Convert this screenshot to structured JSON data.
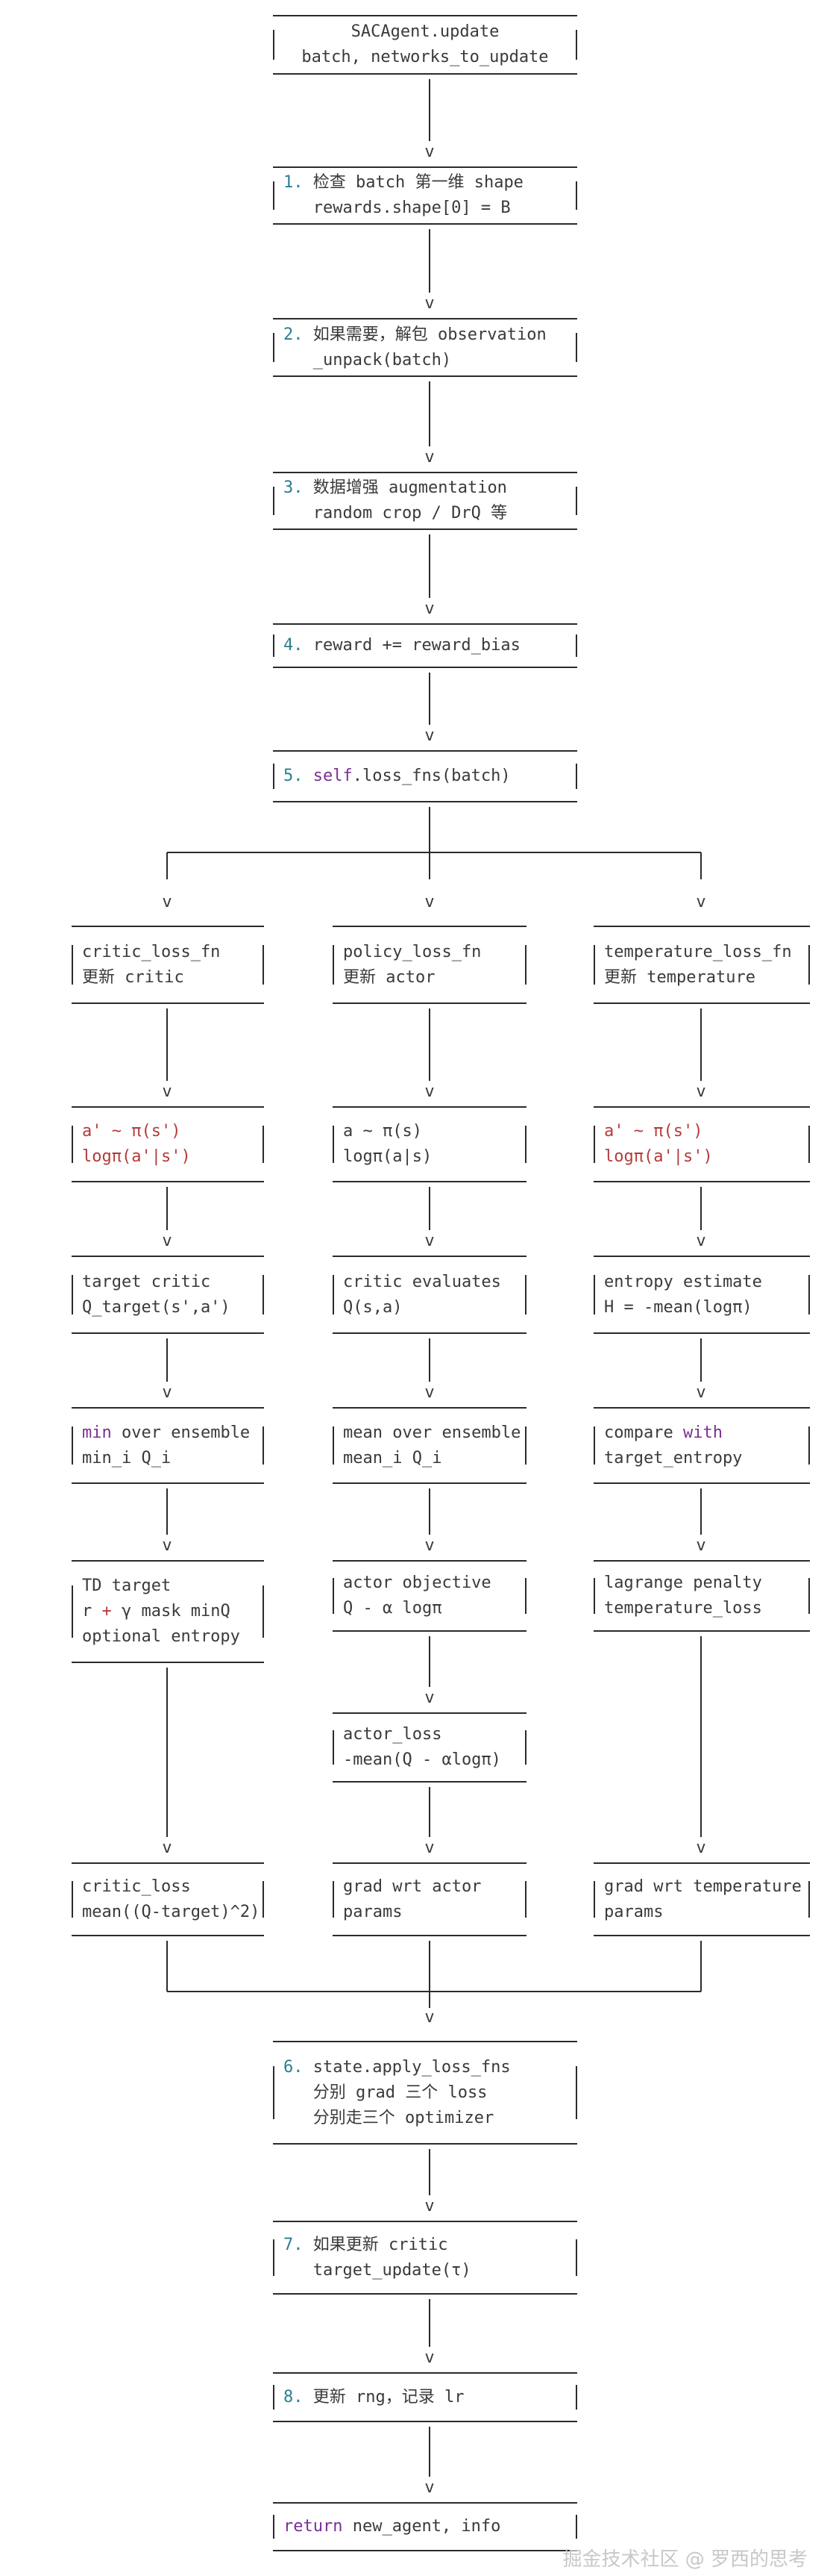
{
  "top_nodes": [
    {
      "lines": [
        [
          {
            "t": "SACAgent.update"
          }
        ],
        [
          {
            "t": "batch, networks_to_update"
          }
        ]
      ]
    },
    {
      "lines": [
        [
          {
            "t": "1.",
            "c": "n"
          },
          {
            "t": " 检查 batch 第一维 shape"
          }
        ],
        [
          {
            "t": "   rewards.shape[0] = B"
          }
        ]
      ]
    },
    {
      "lines": [
        [
          {
            "t": "2.",
            "c": "n"
          },
          {
            "t": " 如果需要，解包 observation"
          }
        ],
        [
          {
            "t": "   _unpack(batch)"
          }
        ]
      ]
    },
    {
      "lines": [
        [
          {
            "t": "3.",
            "c": "n"
          },
          {
            "t": " 数据增强 augmentation"
          }
        ],
        [
          {
            "t": "   random crop / DrQ 等"
          }
        ]
      ]
    },
    {
      "lines": [
        [
          {
            "t": "4.",
            "c": "n"
          },
          {
            "t": " reward += reward_bias"
          }
        ]
      ]
    },
    {
      "lines": [
        [
          {
            "t": "5.",
            "c": "n"
          },
          {
            "t": " "
          },
          {
            "t": "self",
            "c": "k"
          },
          {
            "t": ".loss_fns(batch)"
          }
        ]
      ]
    }
  ],
  "branches": {
    "critic": [
      {
        "lines": [
          [
            {
              "t": "critic_loss_fn"
            }
          ],
          [
            {
              "t": "更新 critic"
            }
          ]
        ]
      },
      {
        "lines": [
          [
            {
              "t": "a' ~ π(s')",
              "c": "p"
            }
          ],
          [
            {
              "t": "logπ(a'|s')",
              "c": "p"
            }
          ]
        ]
      },
      {
        "lines": [
          [
            {
              "t": "target critic"
            }
          ],
          [
            {
              "t": "Q_target(s',a')"
            }
          ]
        ]
      },
      {
        "lines": [
          [
            {
              "t": "min",
              "c": "k"
            },
            {
              "t": " over ensemble"
            }
          ],
          [
            {
              "t": "min_i Q_i"
            }
          ]
        ]
      },
      {
        "lines": [
          [
            {
              "t": "TD target"
            }
          ],
          [
            {
              "t": "r "
            },
            {
              "t": "+",
              "c": "p"
            },
            {
              "t": " γ mask minQ"
            }
          ],
          [
            {
              "t": "optional entropy"
            }
          ]
        ]
      },
      {
        "lines": [
          [
            {
              "t": "critic_loss"
            }
          ],
          [
            {
              "t": "mean((Q-target)^2)"
            }
          ]
        ]
      }
    ],
    "policy": [
      {
        "lines": [
          [
            {
              "t": "policy_loss_fn"
            }
          ],
          [
            {
              "t": "更新 actor"
            }
          ]
        ]
      },
      {
        "lines": [
          [
            {
              "t": "a ~ π(s)"
            }
          ],
          [
            {
              "t": "logπ(a|s)"
            }
          ]
        ]
      },
      {
        "lines": [
          [
            {
              "t": "critic evaluates"
            }
          ],
          [
            {
              "t": "Q(s,a)"
            }
          ]
        ]
      },
      {
        "lines": [
          [
            {
              "t": "mean over ensemble"
            }
          ],
          [
            {
              "t": "mean_i Q_i"
            }
          ]
        ]
      },
      {
        "lines": [
          [
            {
              "t": "actor objective"
            }
          ],
          [
            {
              "t": "Q - α logπ"
            }
          ]
        ]
      },
      {
        "lines": [
          [
            {
              "t": "actor_loss"
            }
          ],
          [
            {
              "t": "-mean(Q - αlogπ)"
            }
          ]
        ]
      },
      {
        "lines": [
          [
            {
              "t": "grad wrt actor"
            }
          ],
          [
            {
              "t": "params"
            }
          ]
        ]
      }
    ],
    "temperature": [
      {
        "lines": [
          [
            {
              "t": "temperature_loss_fn"
            }
          ],
          [
            {
              "t": "更新 temperature"
            }
          ]
        ]
      },
      {
        "lines": [
          [
            {
              "t": "a' ~ π(s')",
              "c": "p"
            }
          ],
          [
            {
              "t": "logπ(a'|s')",
              "c": "p"
            }
          ]
        ]
      },
      {
        "lines": [
          [
            {
              "t": "entropy estimate"
            }
          ],
          [
            {
              "t": "H = -mean(logπ)"
            }
          ]
        ]
      },
      {
        "lines": [
          [
            {
              "t": "compare "
            },
            {
              "t": "with",
              "c": "k"
            }
          ],
          [
            {
              "t": "target_entropy"
            }
          ]
        ]
      },
      {
        "lines": [
          [
            {
              "t": "lagrange penalty"
            }
          ],
          [
            {
              "t": "temperature_loss"
            }
          ]
        ]
      },
      {
        "lines": [
          [
            {
              "t": "grad wrt temperature"
            }
          ],
          [
            {
              "t": "params"
            }
          ]
        ]
      }
    ]
  },
  "bottom_nodes": [
    {
      "lines": [
        [
          {
            "t": "6.",
            "c": "n"
          },
          {
            "t": " state.apply_loss_fns"
          }
        ],
        [
          {
            "t": "   分别 grad 三个 loss"
          }
        ],
        [
          {
            "t": "   分别走三个 optimizer"
          }
        ]
      ]
    },
    {
      "lines": [
        [
          {
            "t": "7.",
            "c": "n"
          },
          {
            "t": " 如果更新 critic"
          }
        ],
        [
          {
            "t": "   target_update(τ)"
          }
        ]
      ]
    },
    {
      "lines": [
        [
          {
            "t": "8.",
            "c": "n"
          },
          {
            "t": " 更新 rng，记录 lr"
          }
        ]
      ]
    },
    {
      "lines": [
        [
          {
            "t": "return",
            "c": "k"
          },
          {
            "t": " new_agent, info"
          }
        ]
      ]
    }
  ],
  "arrow_glyph": "v",
  "watermark": "掘金技术社区 @ 罗西的思考"
}
